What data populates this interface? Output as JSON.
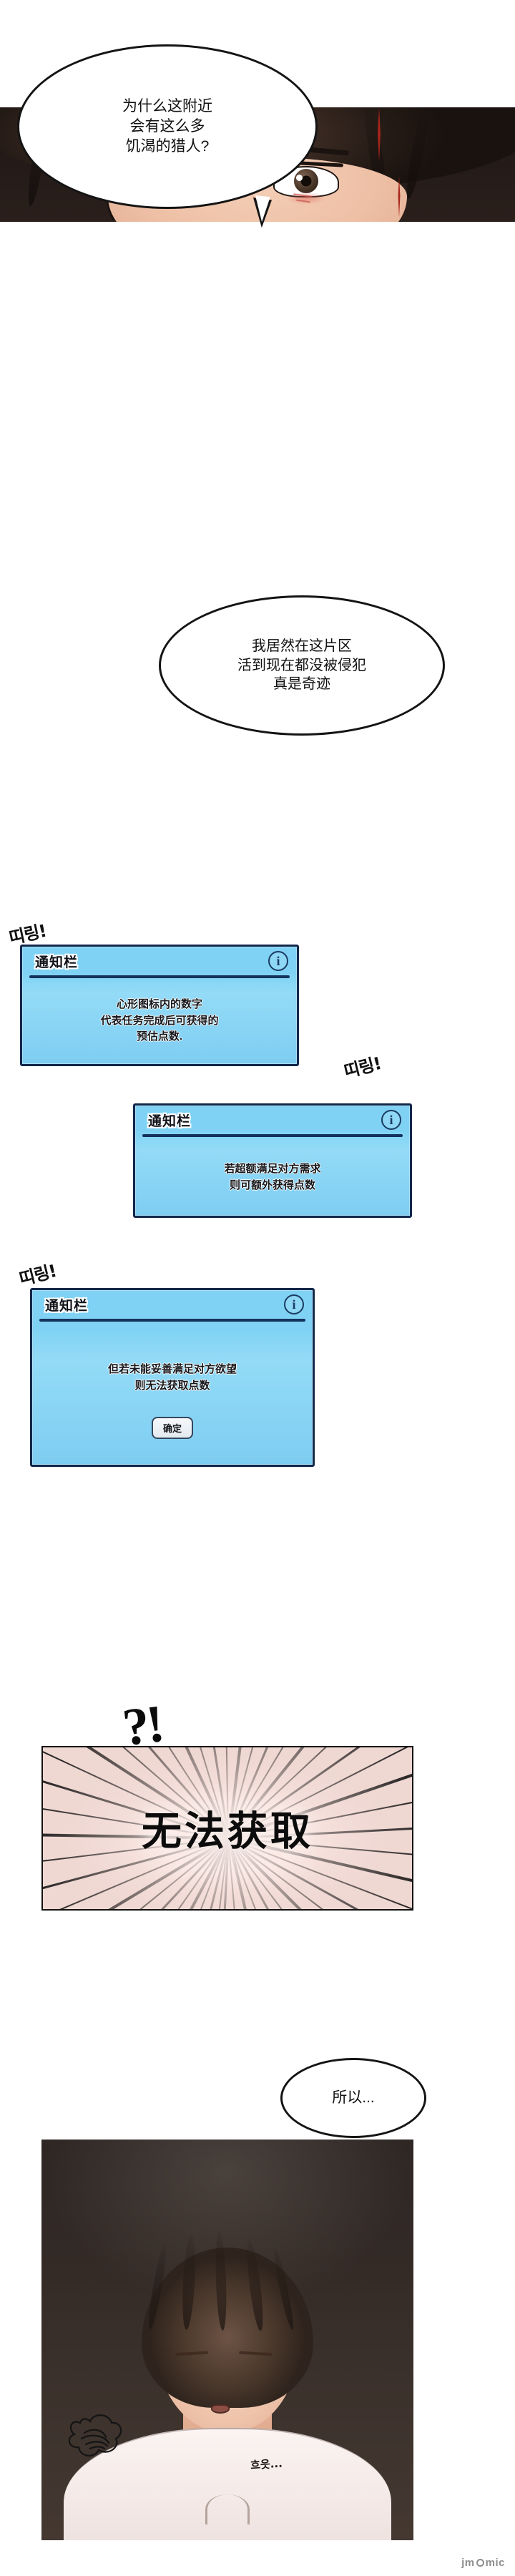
{
  "meta": {
    "kind": "webtoon-page",
    "accent_blue": "#7fd2f4",
    "dialog_border": "#12274a",
    "ink": "#111111"
  },
  "panels": {
    "bubble1": {
      "lines": [
        "为什么这附近",
        "会有这么多",
        "饥渴的猎人?"
      ]
    },
    "bubble2": {
      "lines": [
        "我居然在这片区",
        "活到现在都没被侵犯",
        "真是奇迹"
      ]
    },
    "bubble3": {
      "lines": [
        "所以..."
      ]
    },
    "impact": {
      "exclaim": "?!",
      "text": "无法获取"
    },
    "bottom": {
      "panting_sfx": "흐읏..."
    }
  },
  "dialogs": [
    {
      "sfx": "띠링!",
      "title": "通知栏",
      "info_icon": "i",
      "lines": [
        "心形图标内的数字",
        "代表任务完成后可获得的",
        "预估点数."
      ],
      "button": null
    },
    {
      "sfx": "띠링!",
      "title": "通知栏",
      "info_icon": "i",
      "lines": [
        "若超额满足对方需求",
        "则可额外获得点数"
      ],
      "button": null
    },
    {
      "sfx": "띠링!",
      "title": "通知栏",
      "info_icon": "i",
      "lines": [
        "但若未能妥善满足对方欲望",
        "则无法获取点数"
      ],
      "button": "确定"
    }
  ],
  "watermark": {
    "left": "jm",
    "right": "mic"
  }
}
